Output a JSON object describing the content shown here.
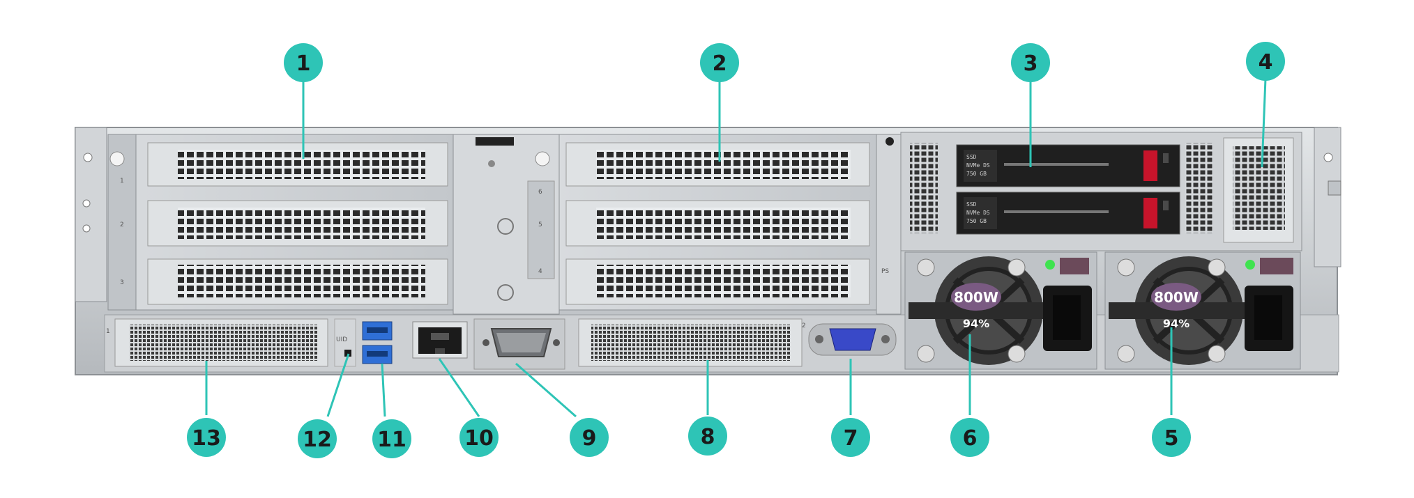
{
  "callouts": [
    {
      "id": "1",
      "label": "1"
    },
    {
      "id": "2",
      "label": "2"
    },
    {
      "id": "3",
      "label": "3"
    },
    {
      "id": "4",
      "label": "4"
    },
    {
      "id": "5",
      "label": "5"
    },
    {
      "id": "6",
      "label": "6"
    },
    {
      "id": "7",
      "label": "7"
    },
    {
      "id": "8",
      "label": "8"
    },
    {
      "id": "9",
      "label": "9"
    },
    {
      "id": "10",
      "label": "10"
    },
    {
      "id": "11",
      "label": "11"
    },
    {
      "id": "12",
      "label": "12"
    },
    {
      "id": "13",
      "label": "13"
    }
  ],
  "left_cage_slots": [
    "1",
    "2",
    "3"
  ],
  "right_cage_slots": [
    "6",
    "5",
    "4"
  ],
  "psu": [
    {
      "wattage": "800W",
      "efficiency": "94%"
    },
    {
      "wattage": "800W",
      "efficiency": "94%"
    }
  ],
  "drives": [
    {
      "line1": "SSD",
      "line2": "NVMe DS",
      "line3": "750 GB"
    },
    {
      "line1": "SSD",
      "line2": "NVMe DS",
      "line3": "750 GB"
    }
  ],
  "port_labels": {
    "uid": "UID",
    "ps": "PS",
    "ocp1": "1",
    "ocp2": "2"
  },
  "colors": {
    "callout": "#2ec4b6",
    "chassis": "#c9cdd1",
    "chassis_dark": "#8c9094",
    "grille": "#2a2a2a",
    "psu_badge": "#7a5a82",
    "led": "#3fe34f",
    "usb_blue": "#2f6fd6",
    "vga_blue": "#3949c8"
  }
}
